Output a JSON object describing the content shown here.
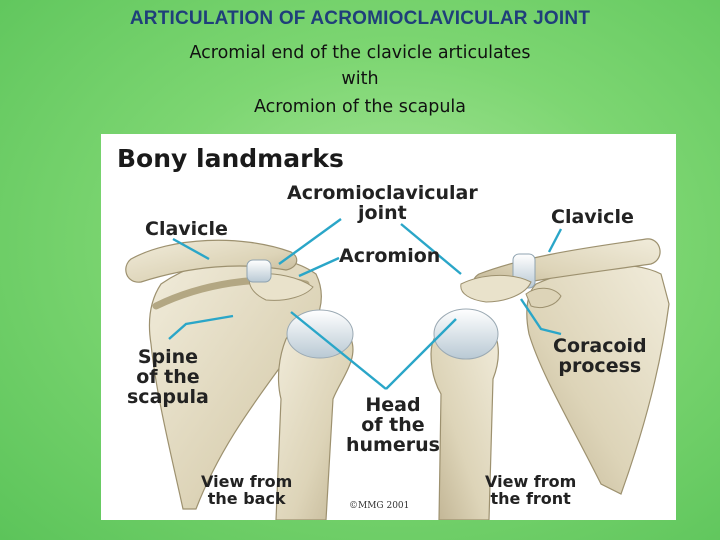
{
  "slide": {
    "title": "ARTICULATION OF ACROMIOCLAVICULAR JOINT",
    "subtitle_lines": [
      "Acromial end of the clavicle articulates",
      "with",
      "Acromion of the scapula"
    ]
  },
  "figure": {
    "title": "Bony landmarks",
    "labels": {
      "ac_joint_line1": "Acromioclavicular",
      "ac_joint_line2": "joint",
      "clavicle_left": "Clavicle",
      "clavicle_right": "Clavicle",
      "acromion": "Acromion",
      "spine_line1": "Spine",
      "spine_line2": "of the",
      "spine_line3": "scapula",
      "coracoid_line1": "Coracoid",
      "coracoid_line2": "process",
      "head_line1": "Head",
      "head_line2": "of the",
      "head_line3": "humerus",
      "view_back_line1": "View from",
      "view_back_line2": "the back",
      "view_front_line1": "View from",
      "view_front_line2": "the front"
    },
    "copyright": "©MMG 2001",
    "colors": {
      "bone": "#e3dcc4",
      "bone_shadow": "#b9ad8c",
      "cartilage": "#dfe8ee",
      "leader_line": "#2aa6c8",
      "background": "#5cc45a",
      "title": "#1f3f7a"
    }
  }
}
